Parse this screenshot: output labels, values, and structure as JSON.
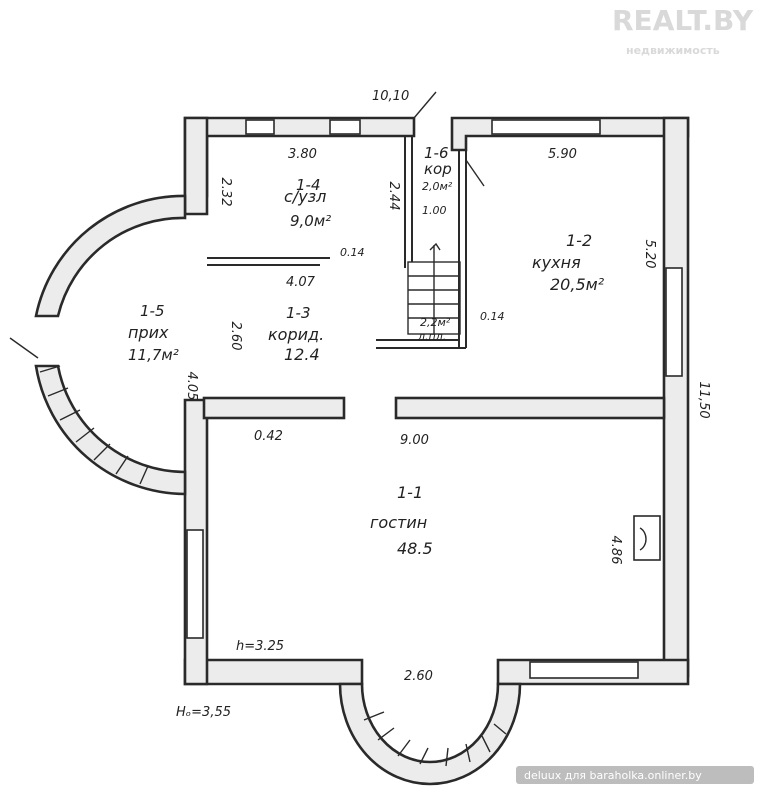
{
  "watermark": {
    "brand": "REALT.BY",
    "tagline": "недвижимость"
  },
  "credit": "deluux для baraholka.onliner.by",
  "rooms": {
    "r1": {
      "id": "1-1",
      "name": "гостин",
      "area": "48.5"
    },
    "r2": {
      "id": "1-2",
      "name": "кухня",
      "area": "20,5м²"
    },
    "r3": {
      "id": "1-3",
      "name": "корид.",
      "area": "12.4"
    },
    "r4": {
      "id": "1-4",
      "name": "с/узл",
      "area": "9,0м²"
    },
    "r5": {
      "id": "1-5",
      "name": "прих",
      "area": "11,7м²"
    },
    "r6": {
      "id": "1-6",
      "name": "кор",
      "area": "2,0м²"
    }
  },
  "dimensions": {
    "overall_width": "10,10",
    "overall_depth": "11,50",
    "bath_width": "3.80",
    "bath_depth_left": "2.32",
    "bath_depth_right": "2.44",
    "kitchen_width": "5.90",
    "kitchen_depth": "5.20",
    "stair_width": "1.00",
    "gap_014_a": "0.14",
    "gap_014_b": "0.14",
    "corridor_width": "4.07",
    "corridor_depth": "2.60",
    "stair_area": "2,2м²",
    "stair_label": "л.пл.",
    "hall_depth": "4.05",
    "wall_042": "0.42",
    "living_width": "9.00",
    "living_depth": "4.86",
    "bay_width": "2.60",
    "ceiling_height": "h=3.25",
    "total_height": "Нₒ=3,55"
  }
}
